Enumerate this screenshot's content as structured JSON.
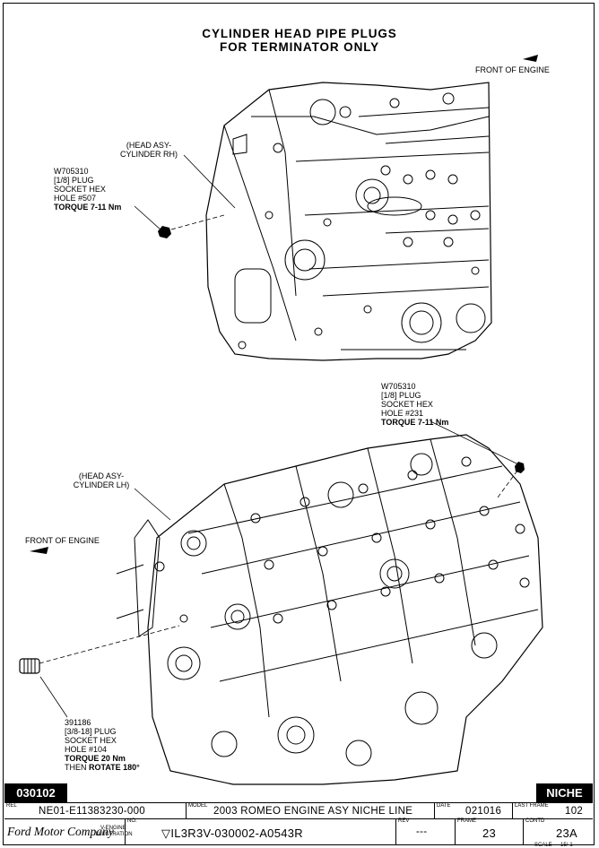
{
  "title": {
    "line1": "CYLINDER HEAD PIPE PLUGS",
    "line2": "FOR TERMINATOR ONLY"
  },
  "labels": {
    "front_top": "FRONT OF ENGINE",
    "front_left": "FRONT OF ENGINE",
    "head_rh": [
      "(HEAD ASY-",
      "CYLINDER RH)"
    ],
    "head_lh": [
      "(HEAD ASY-",
      "CYLINDER LH)"
    ],
    "plug_507": {
      "part": "W705310",
      "size": "[1/8] PLUG",
      "type": "SOCKET HEX",
      "hole": "HOLE #507",
      "torque": "TORQUE 7-11 Nm"
    },
    "plug_231": {
      "part": "W705310",
      "size": "[1/8] PLUG",
      "type": "SOCKET HEX",
      "hole": "HOLE #231",
      "torque": "TORQUE 7-11 Nm"
    },
    "plug_104": {
      "part": "391186",
      "size": "[3/8-18] PLUG",
      "type": "SOCKET HEX",
      "hole": "HOLE #104",
      "torque": "TORQUE 20 Nm",
      "rotate_prefix": "THEN ",
      "rotate": "ROTATE 180°"
    }
  },
  "bands": {
    "left": "030102",
    "right": "NICHE"
  },
  "titleblock": {
    "rel_caption": "REL",
    "rel": "NE01-E11383230-000",
    "model_caption": "MODEL",
    "model": "2003 ROMEO ENGINE ASY NICHE LINE",
    "date_caption": "DATE",
    "date": "021016",
    "last_frame_caption": "LAST FRAME",
    "last_frame": "102",
    "company": "Ford Motor Company",
    "vengine": [
      "V-ENGINE",
      "ILLUSTRATION"
    ],
    "no_caption": "NO.",
    "number": "IL3R3V-030002-A0543R",
    "rev_caption": "REV",
    "rev": "---",
    "frame_caption": "FRAME",
    "frame": "23",
    "contd_caption": "CONTD",
    "contd": "23A",
    "scale": "SCALE — 15/-1"
  }
}
